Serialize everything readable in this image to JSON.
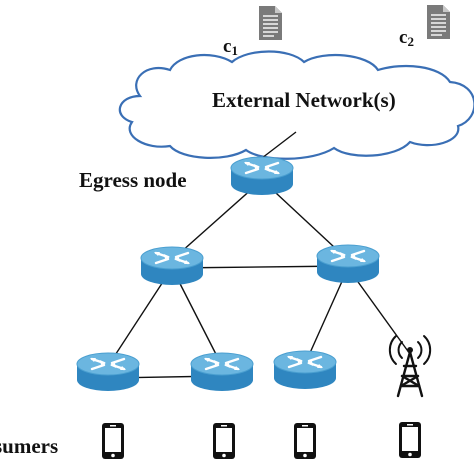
{
  "labels": {
    "external_network": "External Network(s)",
    "egress_node": "Egress node",
    "consumers": "sumers"
  },
  "contents": [
    {
      "name": "c",
      "subscript": "1"
    },
    {
      "name": "c",
      "subscript": "2"
    }
  ],
  "colors": {
    "router_top": "#6bb6e0",
    "router_side": "#2f86c0",
    "router_arrow": "#ffffff",
    "link": "#111111",
    "cloud_stroke": "#3a6fb5",
    "cloud_fill": "#ffffff",
    "document_fill": "#7a7a7a",
    "phone": "#111111"
  },
  "icons": [
    "document-icon",
    "cloud-shape",
    "router-icon",
    "cell-tower-icon",
    "smartphone-icon"
  ]
}
